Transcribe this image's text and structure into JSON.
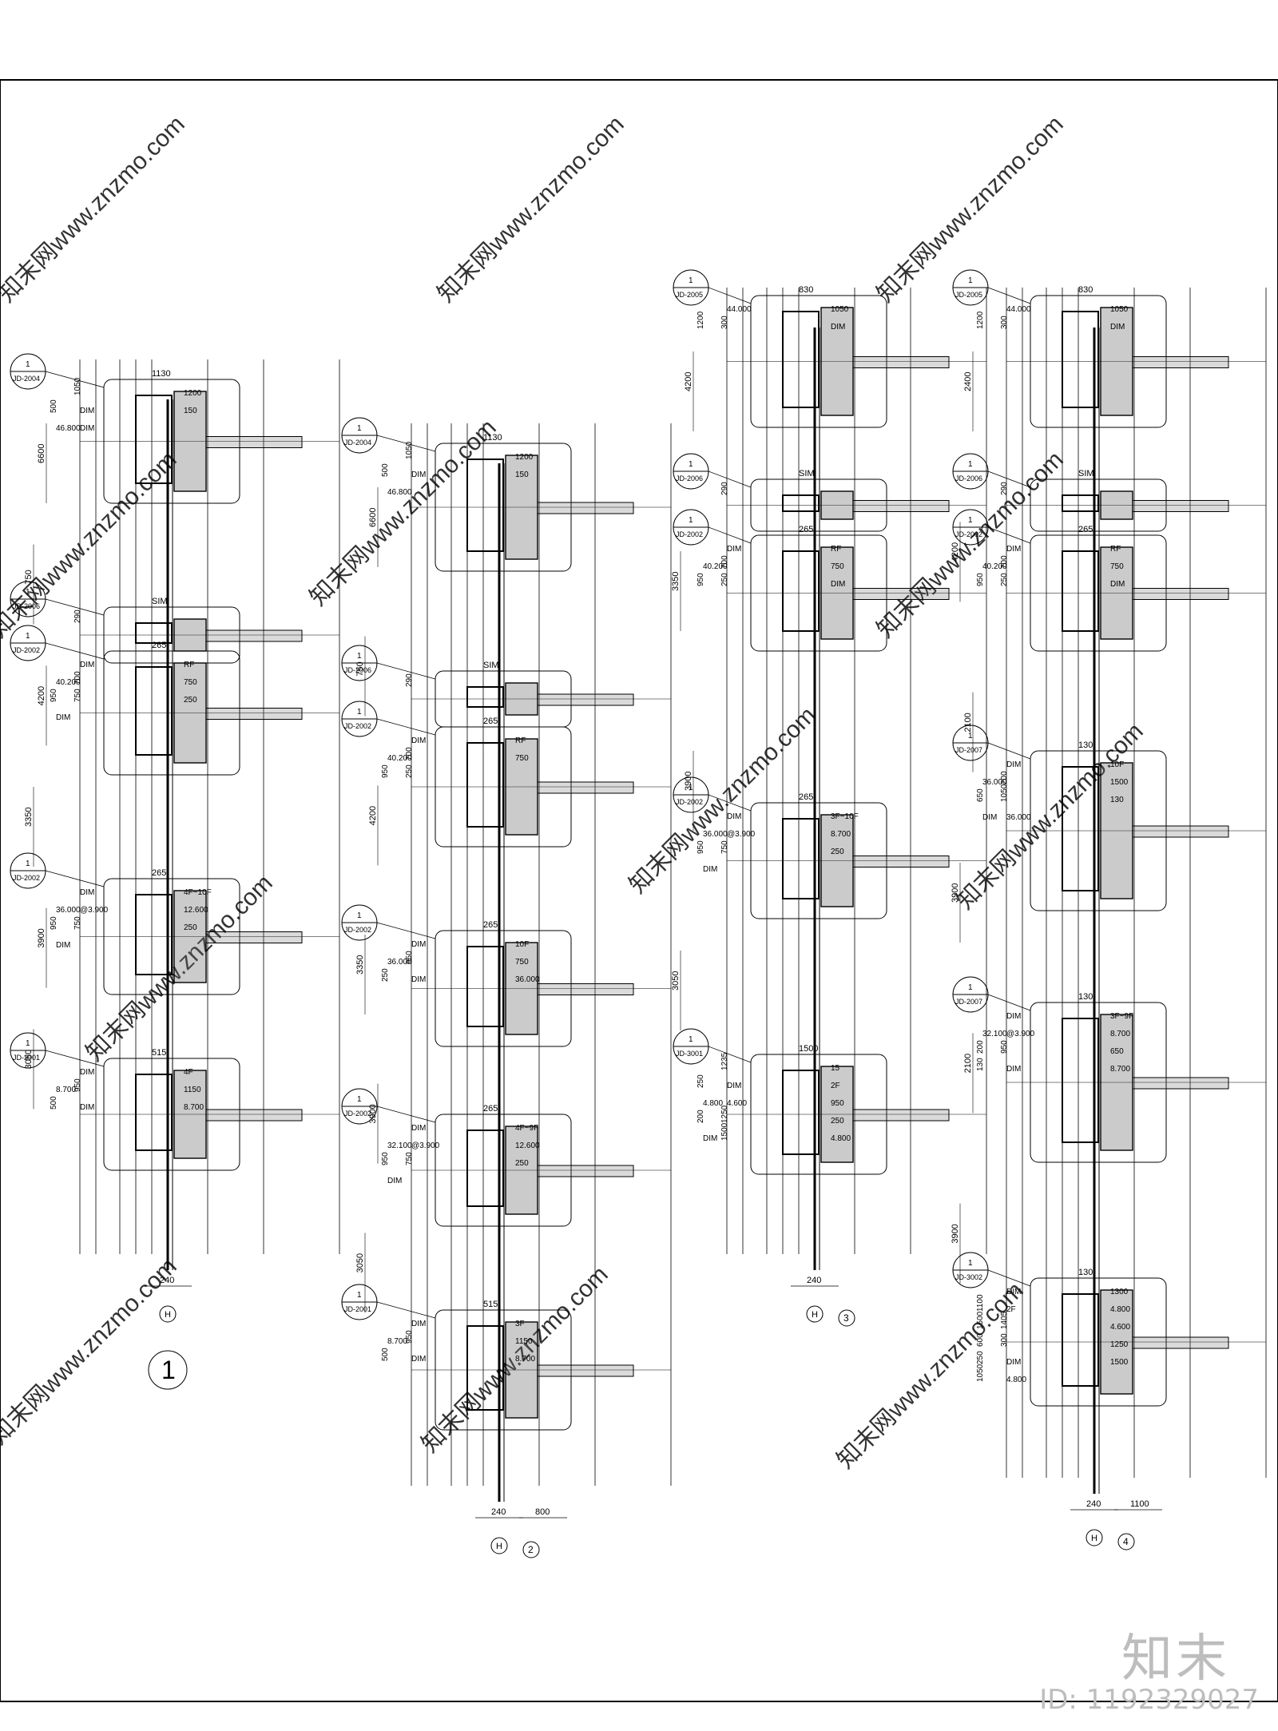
{
  "watermark": {
    "text": "知末网www.znzmo.com"
  },
  "brand": {
    "logo": "知末",
    "id": "ID: 1192329027"
  },
  "colors": {
    "line": "#000000",
    "hatch": "#6a6a6a",
    "watermark": "#c9c9c9"
  },
  "sections": [
    {
      "label": "1",
      "axis": "H",
      "bottom_dims": [
        "240"
      ],
      "details": [
        {
          "tag": "JD-2004",
          "dims": [
            "1130",
            "1050",
            "1200",
            "500",
            "DIM",
            "150",
            "46.800",
            "DIM"
          ]
        },
        {
          "tag": "JD-2006",
          "dims": [
            "SIM",
            "290"
          ]
        },
        {
          "tag": "JD-2002",
          "dims": [
            "265",
            "DIM",
            "RF",
            "40.200",
            "700",
            "750",
            "950",
            "750",
            "250",
            "DIM"
          ]
        },
        {
          "tag": "JD-2002",
          "dims": [
            "265",
            "DIM",
            "4F~10F",
            "36.000",
            "@3.900",
            "12.600",
            "950",
            "750",
            "250",
            "DIM"
          ]
        },
        {
          "tag": "JD-2001",
          "dims": [
            "515",
            "DIM",
            "4F",
            "8.700",
            "950",
            "1150",
            "500",
            "DIM",
            "8.700"
          ]
        }
      ],
      "vertical_dims": [
        "6600",
        "750",
        "4200",
        "3350",
        "3900",
        "3050"
      ]
    },
    {
      "label": "2",
      "axis": "H",
      "bottom_dims": [
        "240",
        "800"
      ],
      "details": [
        {
          "tag": "JD-2004",
          "dims": [
            "1130",
            "1050",
            "1200",
            "500",
            "DIM",
            "150",
            "46.800"
          ]
        },
        {
          "tag": "JD-2006",
          "dims": [
            "SIM",
            "290"
          ]
        },
        {
          "tag": "JD-2002",
          "dims": [
            "265",
            "DIM",
            "RF",
            "40.200",
            "700",
            "750",
            "950",
            "250"
          ]
        },
        {
          "tag": "JD-2002",
          "dims": [
            "265",
            "DIM",
            "10F",
            "36.000",
            "950",
            "750",
            "250",
            "DIM",
            "36.000"
          ]
        },
        {
          "tag": "JD-2002",
          "dims": [
            "265",
            "DIM",
            "4F~9F",
            "32.100",
            "@3.900",
            "12.600",
            "950",
            "750",
            "250",
            "DIM"
          ]
        },
        {
          "tag": "JD-2001",
          "dims": [
            "515",
            "DIM",
            "3F",
            "8.700",
            "950",
            "1150",
            "500",
            "DIM",
            "8.700"
          ]
        }
      ],
      "vertical_dims": [
        "6600",
        "750",
        "4200",
        "3350",
        "3900",
        "3050"
      ]
    },
    {
      "label": "3",
      "axis": "H",
      "bottom_dims": [
        "240"
      ],
      "details": [
        {
          "tag": "JD-2005",
          "dims": [
            "830",
            "44.000",
            "1050",
            "1200",
            "300",
            "DIM"
          ]
        },
        {
          "tag": "JD-2006",
          "dims": [
            "SIM",
            "290"
          ]
        },
        {
          "tag": "JD-2002",
          "dims": [
            "265",
            "DIM",
            "RF",
            "40.200",
            "700",
            "750",
            "950",
            "250",
            "DIM"
          ]
        },
        {
          "tag": "JD-2002",
          "dims": [
            "265",
            "DIM",
            "3F~10F",
            "36.000",
            "@3.900",
            "8.700",
            "950",
            "750",
            "250",
            "DIM"
          ]
        },
        {
          "tag": "JD-3001",
          "dims": [
            "1500",
            "1235",
            "15",
            "250",
            "DIM",
            "2F",
            "4.800",
            "4.600",
            "950",
            "200",
            "1250",
            "250",
            "DIM",
            "1500",
            "4.800"
          ]
        }
      ],
      "vertical_dims": [
        "4200",
        "3350",
        "3900",
        "3050"
      ]
    },
    {
      "label": "4",
      "axis": "H",
      "bottom_dims": [
        "240",
        "1100"
      ],
      "details": [
        {
          "tag": "JD-2005",
          "dims": [
            "830",
            "44.000",
            "1050",
            "1200",
            "300",
            "DIM"
          ]
        },
        {
          "tag": "JD-2006",
          "dims": [
            "SIM",
            "290"
          ]
        },
        {
          "tag": "JD-2002",
          "dims": [
            "265",
            "DIM",
            "RF",
            "40.200",
            "700",
            "750",
            "950",
            "250",
            "DIM"
          ]
        },
        {
          "tag": "JD-2007",
          "dims": [
            "130",
            "DIM",
            "10F",
            "36.000",
            "200",
            "1500",
            "650",
            "1050",
            "130",
            "DIM",
            "36.000"
          ]
        },
        {
          "tag": "JD-2007",
          "dims": [
            "130",
            "DIM",
            "3F~9F",
            "32.100",
            "@3.900",
            "8.700",
            "200",
            "950",
            "650",
            "130",
            "DIM",
            "8.700"
          ]
        },
        {
          "tag": "JD-3002",
          "dims": [
            "130",
            "DIM",
            "1300",
            "1100",
            "2F",
            "4.800",
            "1500",
            "1405",
            "4.600",
            "600",
            "300",
            "1250",
            "250",
            "DIM",
            "1500",
            "1050",
            "4.800"
          ]
        }
      ],
      "vertical_dims": [
        "2400",
        "4200",
        "2100",
        "3900",
        "2100",
        "3900"
      ]
    }
  ]
}
